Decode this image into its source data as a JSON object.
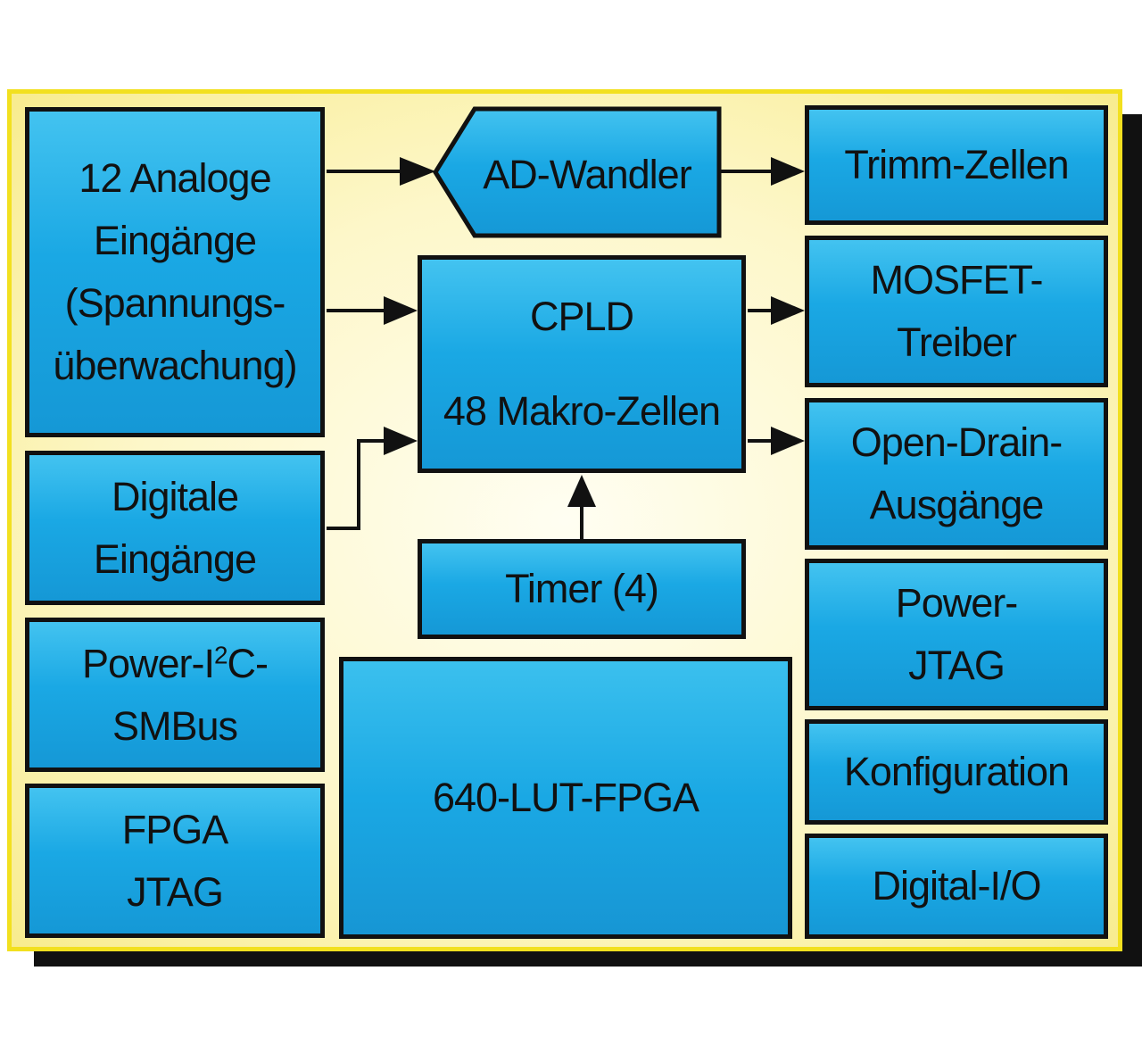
{
  "blocks": {
    "analog_inputs": [
      "12 Analoge",
      "Eingänge",
      "(Spannungs-",
      "überwachung)"
    ],
    "digital_inputs": [
      "Digitale",
      "Eingänge"
    ],
    "power_i2c": {
      "line1_pre": "Power-I",
      "line1_sup": "2",
      "line1_post": "C-",
      "line2": "SMBus"
    },
    "fpga_jtag": [
      "FPGA",
      "JTAG"
    ],
    "ad_converter": "AD-Wandler",
    "cpld": [
      "CPLD",
      "48 Makro-Zellen"
    ],
    "timer": "Timer (4)",
    "fpga": "640-LUT-FPGA",
    "trim_cells": "Trimm-Zellen",
    "mosfet_driver": [
      "MOSFET-",
      "Treiber"
    ],
    "open_drain": [
      "Open-Drain-",
      "Ausgänge"
    ],
    "power_jtag": [
      "Power-",
      "JTAG"
    ],
    "configuration": "Konfiguration",
    "digital_io": "Digital-I/O"
  },
  "colors": {
    "frame_border": "#f2e01f",
    "frame_fill": "#fdf7c9",
    "block_fill": "#1aa8e4",
    "outline": "#111111"
  }
}
